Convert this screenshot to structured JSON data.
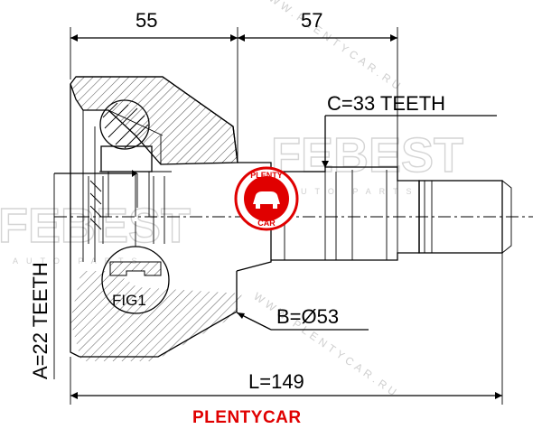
{
  "dimensions": {
    "housing_length": "55",
    "shaft_length": "57",
    "spline_outer": "C=33 TEETH",
    "spline_inner": "A=22 TEETH",
    "seal_diameter": "B=Ø53",
    "total_length": "L=149"
  },
  "figure_label": "FIG1",
  "logo": {
    "line1": "PLENTY",
    "line2": "CAR"
  },
  "brand_caption": "PLENTYCAR",
  "watermark": {
    "brand": "FEBEST",
    "subtitle": "AUTO PARTS",
    "url": "WWW.PLENTYCAR.RU"
  },
  "colors": {
    "line": "#000000",
    "brand_red": "#e00000",
    "watermark_grey": "#d4d4d4"
  }
}
